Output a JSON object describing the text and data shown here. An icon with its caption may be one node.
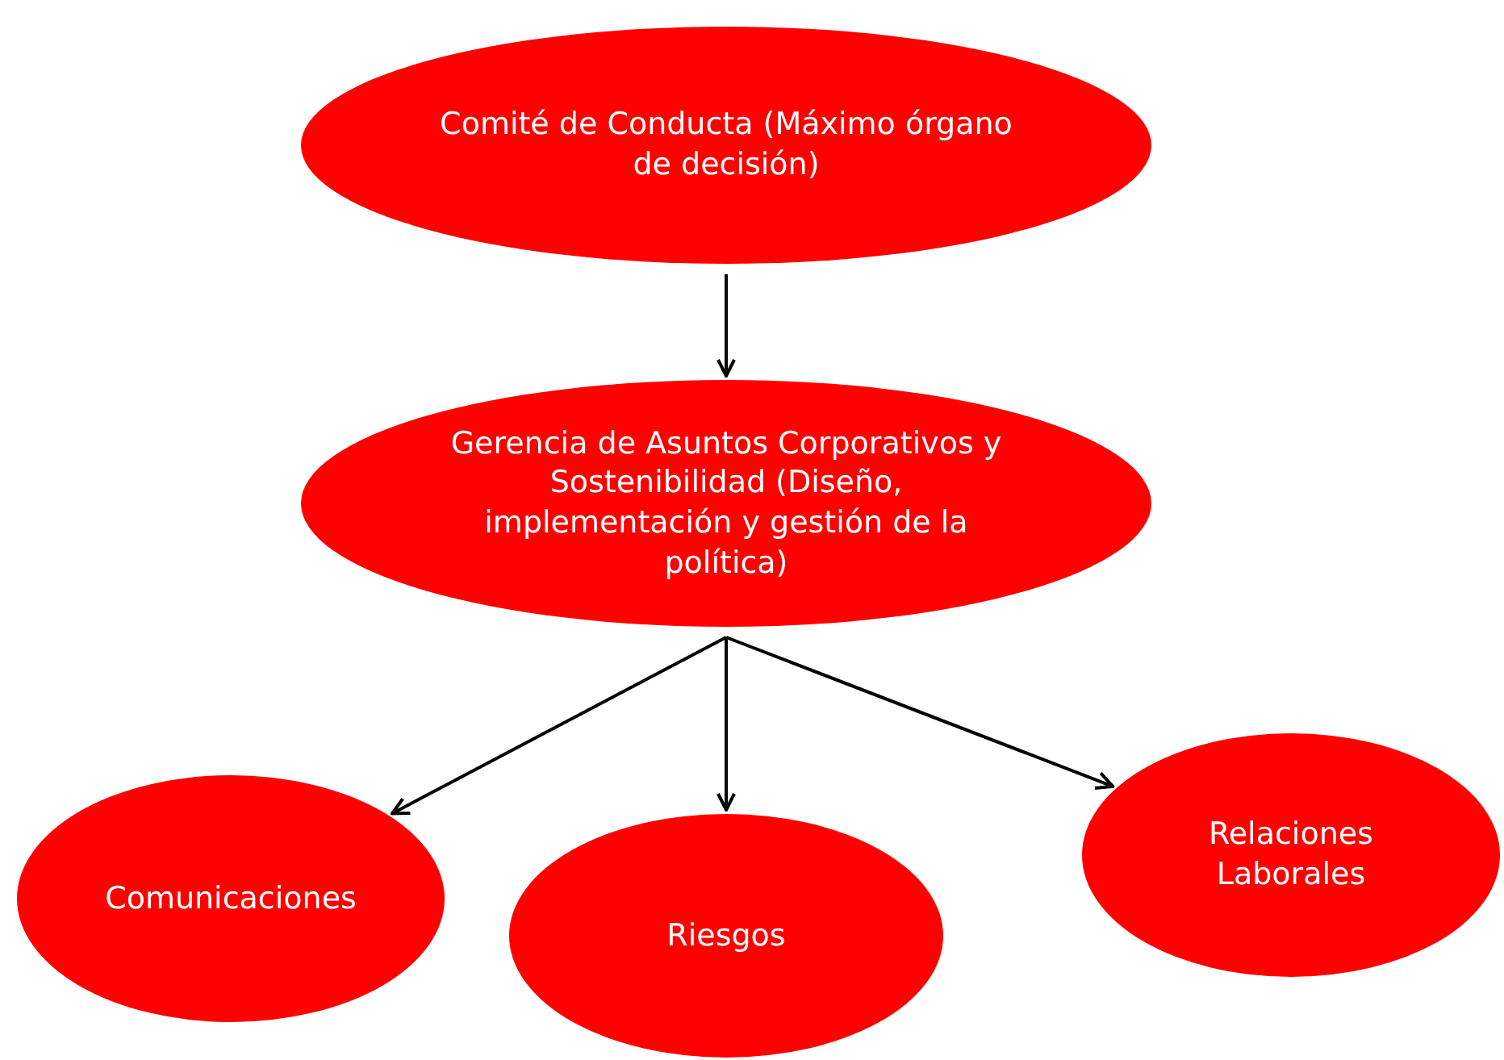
{
  "diagram": {
    "nodes": [
      {
        "text": [
          "Comité de Conducta (Máximo órgano de decisión)"
        ]
      },
      {
        "text": [
          "Gerencia de Asuntos Corporativos y Sostenibilidad (Diseño, implementación y gestión de la política)"
        ]
      },
      {
        "text": [
          "Comunicaciones"
        ]
      },
      {
        "text": [
          "Riesgos"
        ]
      },
      {
        "text": [
          "Relaciones Laborales"
        ]
      }
    ],
    "edges": [
      {
        "from": 0,
        "to": 1,
        "arrow": "to"
      },
      {
        "from": 1,
        "to": 2,
        "arrow": "to"
      },
      {
        "from": 1,
        "to": 3,
        "arrow": "to"
      },
      {
        "from": 1,
        "to": 4,
        "arrow": "to"
      }
    ]
  }
}
